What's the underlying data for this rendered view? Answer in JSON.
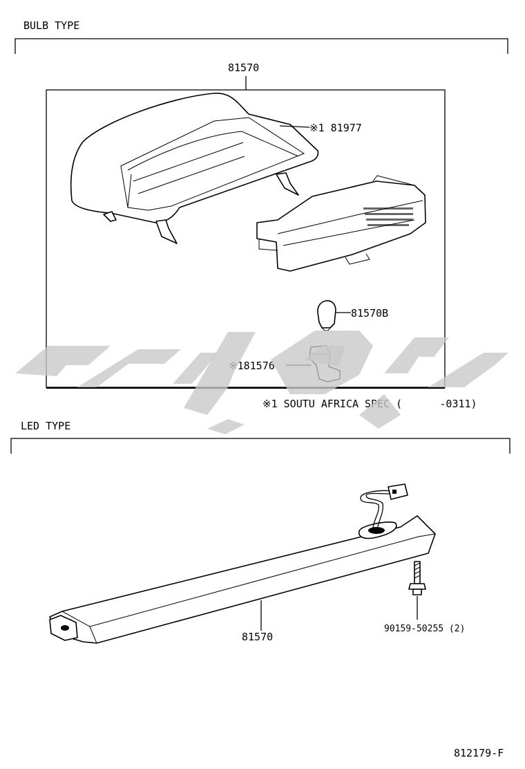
{
  "bulb_section": {
    "title": "BULB TYPE",
    "assembly_part_no": "81570",
    "cover_part_no": "※1 81977",
    "bulb_part_no": "81570B",
    "socket_part_no": "※181576",
    "note": "※1 SOUTU AFRICA SPEC (      -0311)"
  },
  "led_section": {
    "title": "LED TYPE",
    "lamp_part_no": "81570",
    "screw_part_no": "90159-50255 (2)"
  },
  "diagram_id": "812179-F"
}
